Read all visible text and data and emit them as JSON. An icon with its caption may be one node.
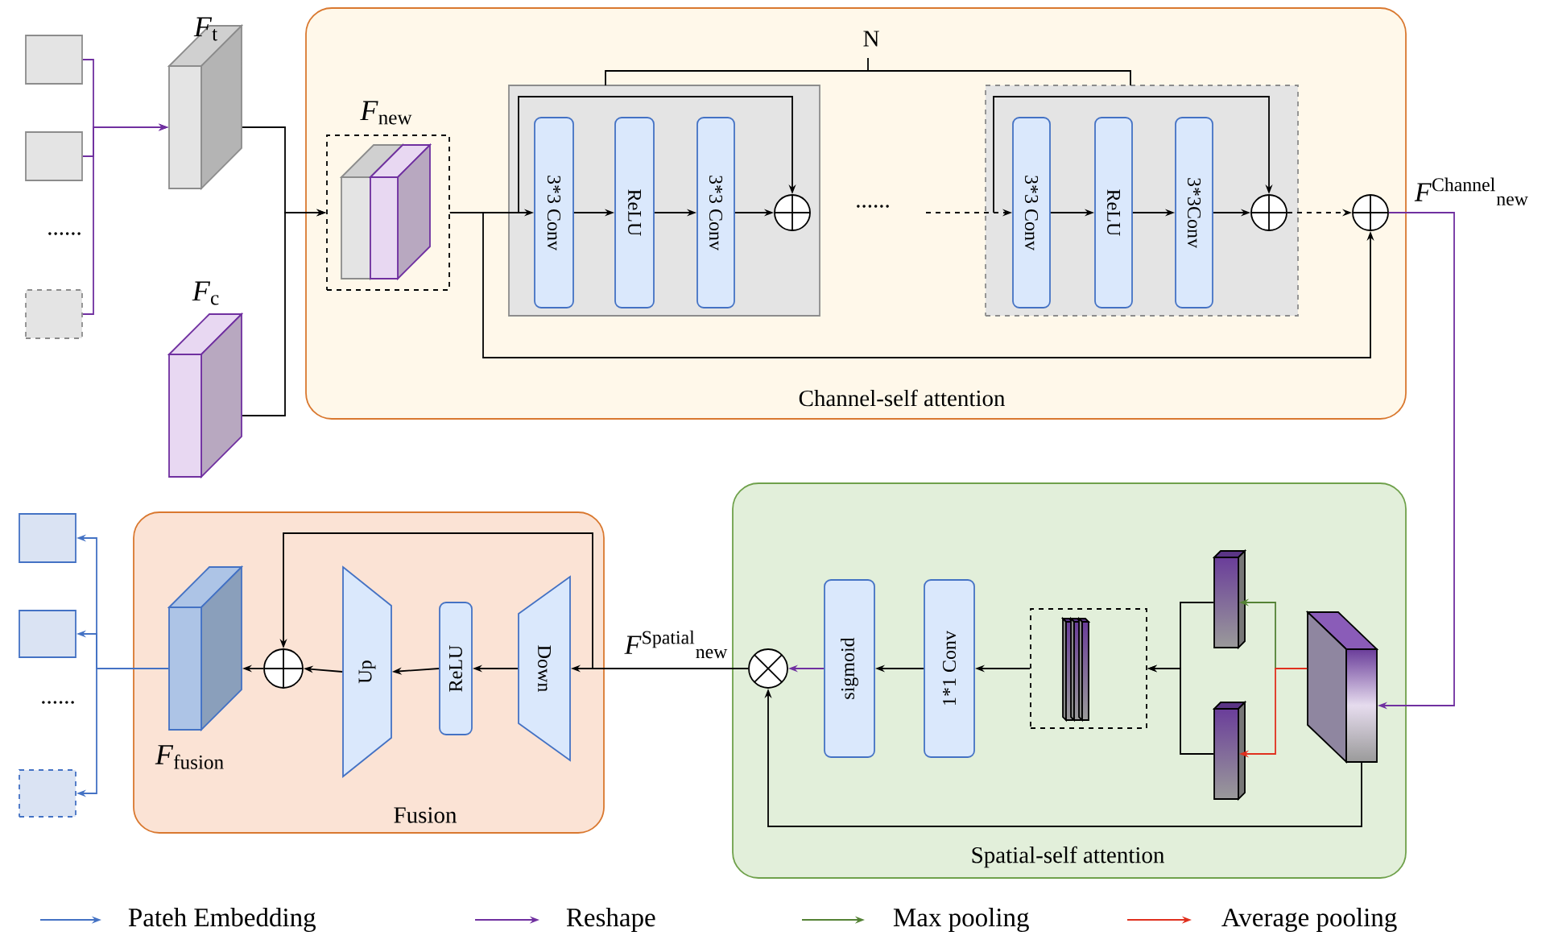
{
  "diagram": {
    "nodes": [
      {
        "text": [],
        "shape": "box"
      },
      {
        "text": [],
        "shape": "box"
      },
      {
        "text": [],
        "shape": "box"
      },
      {
        "text": [
          "*F*$_{t}$"
        ]
      },
      {
        "text": [
          "*F*$_{c}$"
        ]
      },
      {
        "text": [
          "Channel-self attention"
        ]
      },
      {
        "text": [
          "*F*$_{new}$"
        ],
        "in": 5
      },
      {
        "text": [],
        "shape": "box",
        "in": 5
      },
      {
        "text": [
          "3*3 Conv"
        ],
        "in": 7
      },
      {
        "text": [
          "ReLU"
        ],
        "in": 7
      },
      {
        "text": [
          "3*3 Conv"
        ],
        "in": 7
      },
      {
        "text": [],
        "shape": "circle",
        "in": 7
      },
      {
        "text": [],
        "shape": "box",
        "in": 5
      },
      {
        "text": [
          "3*3 Conv"
        ],
        "in": 12
      },
      {
        "text": [
          "ReLU"
        ],
        "in": 12
      },
      {
        "text": [
          "3*3Conv"
        ],
        "in": 12
      },
      {
        "text": [],
        "shape": "circle",
        "in": 12
      },
      {
        "text": [],
        "shape": "circle",
        "in": 5
      },
      {
        "text": [
          "Spatial-self attention"
        ]
      },
      {
        "text": [],
        "shape": "box",
        "in": 18
      },
      {
        "text": [],
        "shape": "box",
        "in": 18
      },
      {
        "text": [],
        "shape": "box",
        "in": 18
      },
      {
        "text": [],
        "shape": "box",
        "in": 18
      },
      {
        "text": [
          "1*1 Conv"
        ],
        "in": 18
      },
      {
        "text": [
          "sigmoid"
        ],
        "in": 18
      },
      {
        "text": [],
        "shape": "circle",
        "in": 18
      },
      {
        "text": [
          "Fusion"
        ]
      },
      {
        "text": [
          "Down"
        ],
        "in": 26
      },
      {
        "text": [
          "ReLU"
        ],
        "in": 26
      },
      {
        "text": [
          "Up"
        ],
        "in": 26
      },
      {
        "text": [],
        "shape": "circle",
        "in": 26
      },
      {
        "text": [
          "*F*$_{fusion}$"
        ],
        "in": 26
      },
      {
        "text": [],
        "shape": "box"
      },
      {
        "text": [],
        "shape": "box"
      },
      {
        "text": [],
        "shape": "box"
      }
    ],
    "edges": [
      {
        "from": 0,
        "to": 3,
        "arrow": "to",
        "color": "#7030a0"
      },
      {
        "from": 1,
        "to": 3,
        "arrow": "to",
        "color": "#7030a0"
      },
      {
        "from": 2,
        "to": 3,
        "arrow": "to",
        "color": "#7030a0"
      },
      {
        "from": 3,
        "to": 6,
        "arrow": "to"
      },
      {
        "from": 4,
        "to": 6,
        "arrow": "to"
      },
      {
        "from": 6,
        "to": 8,
        "arrow": "to"
      },
      {
        "from": 6,
        "to": 11,
        "arrow": "to"
      },
      {
        "from": 6,
        "to": 17,
        "arrow": "to"
      },
      {
        "from": 8,
        "to": 9,
        "arrow": "to"
      },
      {
        "from": 9,
        "to": 10,
        "arrow": "to"
      },
      {
        "from": 10,
        "to": 11,
        "arrow": "to"
      },
      {
        "from": null,
        "to": 13,
        "arrow": "to",
        "style": "dashed"
      },
      {
        "from": null,
        "to": 16,
        "arrow": "to"
      },
      {
        "from": 13,
        "to": 14,
        "arrow": "to"
      },
      {
        "from": 14,
        "to": 15,
        "arrow": "to"
      },
      {
        "from": 15,
        "to": 16,
        "arrow": "to"
      },
      {
        "from": 16,
        "to": 17,
        "arrow": "to",
        "style": "dashed"
      },
      {
        "from": 17,
        "to": 19,
        "arrow": "to",
        "color": "#7030a0",
        "label": "*F*$^{Channel}$$_{new}$"
      },
      {
        "from": 19,
        "to": 20,
        "arrow": "to",
        "color": "#548235"
      },
      {
        "from": 19,
        "to": 21,
        "arrow": "to",
        "color": "#e0301e"
      },
      {
        "from": 20,
        "to": 22,
        "arrow": "to"
      },
      {
        "from": 21,
        "to": 22,
        "arrow": "to"
      },
      {
        "from": 22,
        "to": 23,
        "arrow": "to"
      },
      {
        "from": 23,
        "to": 24,
        "arrow": "to"
      },
      {
        "from": 24,
        "to": 25,
        "arrow": "to",
        "color": "#7030a0"
      },
      {
        "from": 19,
        "to": 25,
        "arrow": "to"
      },
      {
        "from": 25,
        "to": 27,
        "arrow": "to",
        "label": "*F*$^{Spatial}$$_{new}$"
      },
      {
        "from": 25,
        "to": 30,
        "arrow": "to"
      },
      {
        "from": 27,
        "to": 28,
        "arrow": "to"
      },
      {
        "from": 28,
        "to": 29,
        "arrow": "to"
      },
      {
        "from": 29,
        "to": 30,
        "arrow": "to"
      },
      {
        "from": 30,
        "to": 31,
        "arrow": "to"
      },
      {
        "from": 31,
        "to": 32,
        "arrow": "to",
        "color": "#4472c4"
      },
      {
        "from": 31,
        "to": 33,
        "arrow": "to",
        "color": "#4472c4"
      },
      {
        "from": 31,
        "to": 34,
        "arrow": "to",
        "color": "#4472c4"
      }
    ],
    "labels": [
      "N",
      "......",
      "......",
      "......"
    ],
    "legend": [
      {
        "text": "Pateh Embedding"
      },
      {
        "text": "Reshape"
      },
      {
        "text": "Max pooling"
      },
      {
        "text": "Average pooling"
      }
    ]
  }
}
